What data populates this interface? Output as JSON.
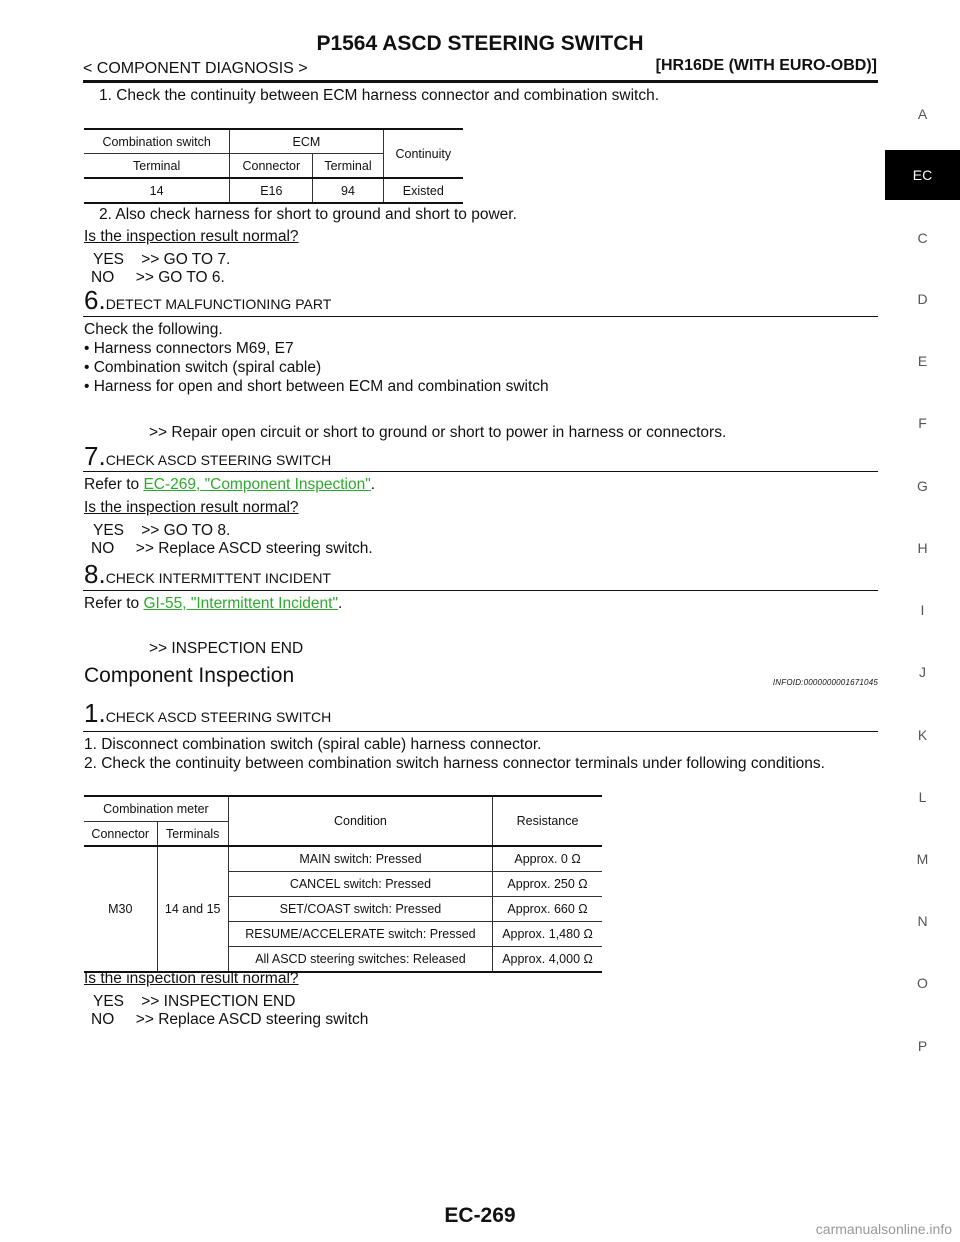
{
  "header": {
    "title": "P1564 ASCD STEERING SWITCH",
    "section": "< COMPONENT DIAGNOSIS >",
    "model": "[HR16DE (WITH EURO-OBD)]"
  },
  "intro": {
    "step1": "1. Check the continuity between ECM harness connector and combination switch.",
    "step2": "2. Also check harness for short to ground and short to power.",
    "question": "Is the inspection result normal?",
    "yes": "YES    >> GO TO 7.",
    "no": "NO     >> GO TO 6."
  },
  "table1": {
    "h_comb": "Combination switch",
    "h_ecm": "ECM",
    "h_cont": "Continuity",
    "h_term": "Terminal",
    "h_conn": "Connector",
    "h_term2": "Terminal",
    "r_term": "14",
    "r_conn": "E16",
    "r_term2": "94",
    "r_cont": "Existed"
  },
  "step6": {
    "num": "6.",
    "title": "DETECT MALFUNCTIONING PART",
    "intro": "Check the following.",
    "b1": "• Harness connectors M69, E7",
    "b2": "• Combination switch (spiral cable)",
    "b3": "• Harness for open and short between ECM and combination switch",
    "result": ">> Repair open circuit or short to ground or short to power in harness or connectors."
  },
  "step7": {
    "num": "7.",
    "title": "CHECK ASCD STEERING SWITCH",
    "refer": "Refer to ",
    "link": "EC-269, \"Component Inspection\"",
    "dot": ".",
    "question": "Is the inspection result normal?",
    "yes": "YES    >> GO TO 8.",
    "no": "NO     >> Replace ASCD steering switch."
  },
  "step8": {
    "num": "8.",
    "title": "CHECK INTERMITTENT INCIDENT",
    "refer": "Refer to ",
    "link": "GI-55, \"Intermittent Incident\"",
    "dot": ".",
    "result": ">> INSPECTION END"
  },
  "component": {
    "title": "Component Inspection",
    "infoid": "INFOID:0000000001671045",
    "step_num": "1.",
    "step_title": "CHECK ASCD STEERING SWITCH",
    "line1": "1. Disconnect combination switch (spiral cable) harness connector.",
    "line2": "2. Check the continuity between combination switch harness connector terminals under following conditions.",
    "question": "Is the inspection result normal?",
    "yes": "YES    >> INSPECTION END",
    "no": "NO     >> Replace ASCD steering switch"
  },
  "table2": {
    "h_meter": "Combination meter",
    "h_cond": "Condition",
    "h_res": "Resistance",
    "h_conn": "Connector",
    "h_terms": "Terminals",
    "connector": "M30",
    "terminals": "14 and 15",
    "rows": [
      {
        "cond": "MAIN switch: Pressed",
        "res": "Approx. 0 Ω"
      },
      {
        "cond": "CANCEL switch: Pressed",
        "res": "Approx. 250 Ω"
      },
      {
        "cond": "SET/COAST switch: Pressed",
        "res": "Approx. 660 Ω"
      },
      {
        "cond": "RESUME/ACCELERATE switch: Pressed",
        "res": "Approx. 1,480 Ω"
      },
      {
        "cond": "All ASCD steering switches: Released",
        "res": "Approx. 4,000 Ω"
      }
    ]
  },
  "side_tabs": [
    "A",
    "EC",
    "C",
    "D",
    "E",
    "F",
    "G",
    "H",
    "I",
    "J",
    "K",
    "L",
    "M",
    "N",
    "O",
    "P"
  ],
  "page_number": "EC-269",
  "footer": "carmanualsonline.info"
}
